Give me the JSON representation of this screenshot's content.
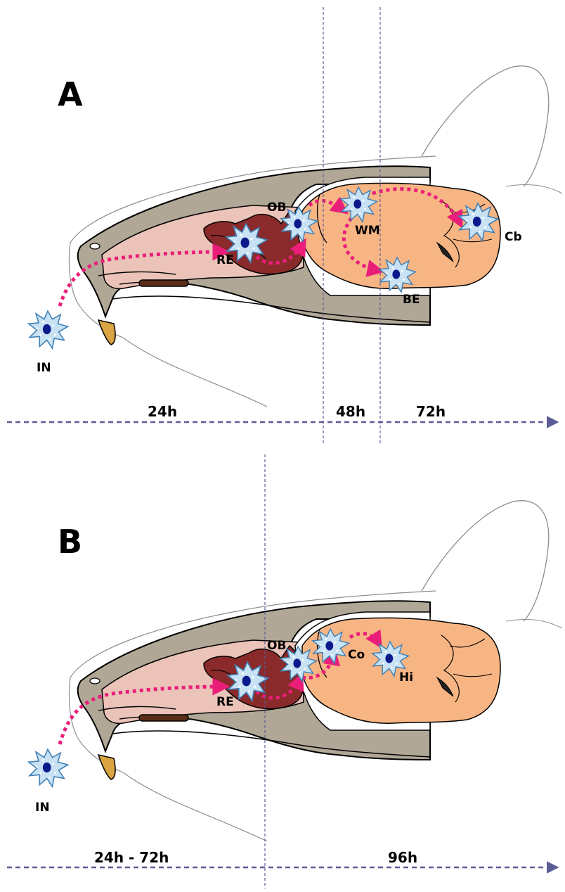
{
  "panels": [
    {
      "letter": "A",
      "labels": {
        "in": "IN",
        "re": "RE",
        "ob": "OB",
        "wm": "WM",
        "be": "BE",
        "cb": "Cb"
      },
      "timeline": [
        "24h",
        "48h",
        "72h"
      ]
    },
    {
      "letter": "B",
      "labels": {
        "in": "IN",
        "re": "RE",
        "ob": "OB",
        "co": "Co",
        "hi": "Hi"
      },
      "timeline": [
        "24h - 72h",
        "96h"
      ]
    }
  ],
  "colors": {
    "skull": "#b1a796",
    "nasal": "#ebc3b8",
    "respiratory": "#8a2a2a",
    "brain": "#f7b584",
    "cell": "#c8e2f4",
    "nucleus": "#0a1a8c",
    "path": "#ea1e79",
    "timeline": "#5c5c96",
    "tooth": "#d9a441"
  }
}
